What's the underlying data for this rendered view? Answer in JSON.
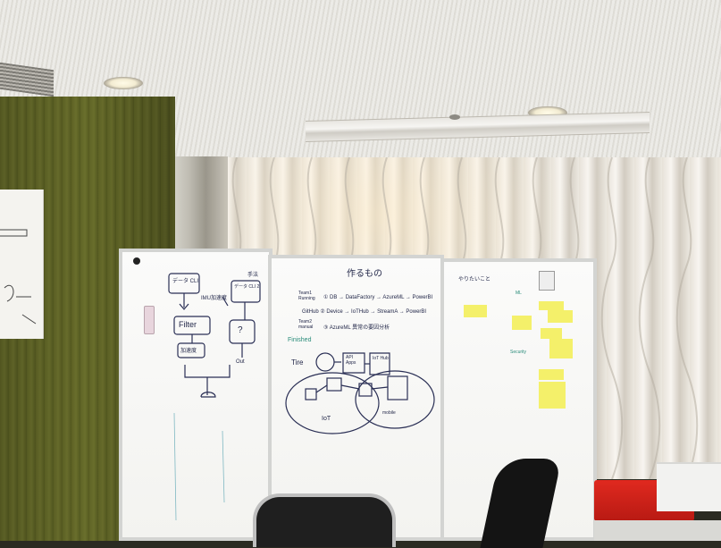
{
  "scene": {
    "left_board": {
      "top_left_box": "データ CLI",
      "top_left_note": "IMU加速度",
      "top_right_label": "手法",
      "top_right_box": "データ CLI 2",
      "filter_box": "Filter",
      "lower_box": "加速度",
      "question_box": "?",
      "out_label": "Out"
    },
    "middle_board": {
      "title": "作るもの",
      "team1": "Team1 Running",
      "team1_flow": "① DB → DataFactory → AzureML → PowerBI",
      "github_line": "GitHub ② Device → IoTHub → StreamA → PowerBI",
      "team2": "Team2 manual",
      "team2_flow": "③ AzureML 異常の要因分析",
      "finished": "Finished",
      "tire_label": "Tire",
      "api_label": "API Apps",
      "iot_hub_label": "IoT Hub",
      "iot_label": "IoT",
      "mobile_label": "mobile"
    },
    "right_board": {
      "title": "やりたいこと",
      "ml_label": "ML",
      "security_label": "Security"
    }
  }
}
